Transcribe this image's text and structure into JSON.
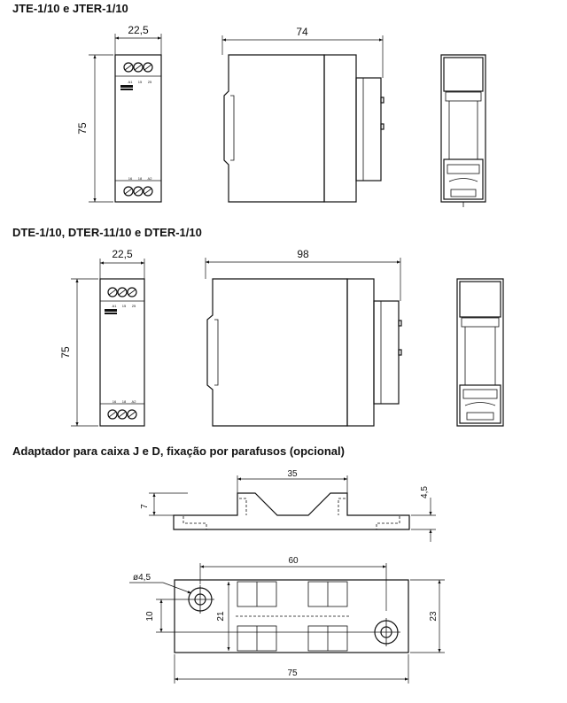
{
  "headings": {
    "section1": "JTE-1/10 e JTER-1/10",
    "section2": "DTE-1/10, DTER-11/10 e DTER-1/10",
    "section3": "Adaptador para caixa J e D, fixação por parafusos (opcional)"
  },
  "dimensions": {
    "s1_front_width": "22,5",
    "s1_side_width": "74",
    "s1_height": "75",
    "s2_front_width": "22,5",
    "s2_side_width": "98",
    "s2_height": "75",
    "adapter_top_width": "35",
    "adapter_left_height": "7",
    "adapter_right_height": "4,5",
    "adapter_hole_spacing": "60",
    "adapter_hole_diameter": "ø4,5",
    "adapter_offset": "10",
    "adapter_inner_height": "21",
    "adapter_total_height": "23",
    "adapter_total_width": "75"
  },
  "terminal_labels": {
    "top": [
      "A1",
      "15",
      "25"
    ],
    "bottom": [
      "16",
      "18",
      "A2"
    ]
  }
}
